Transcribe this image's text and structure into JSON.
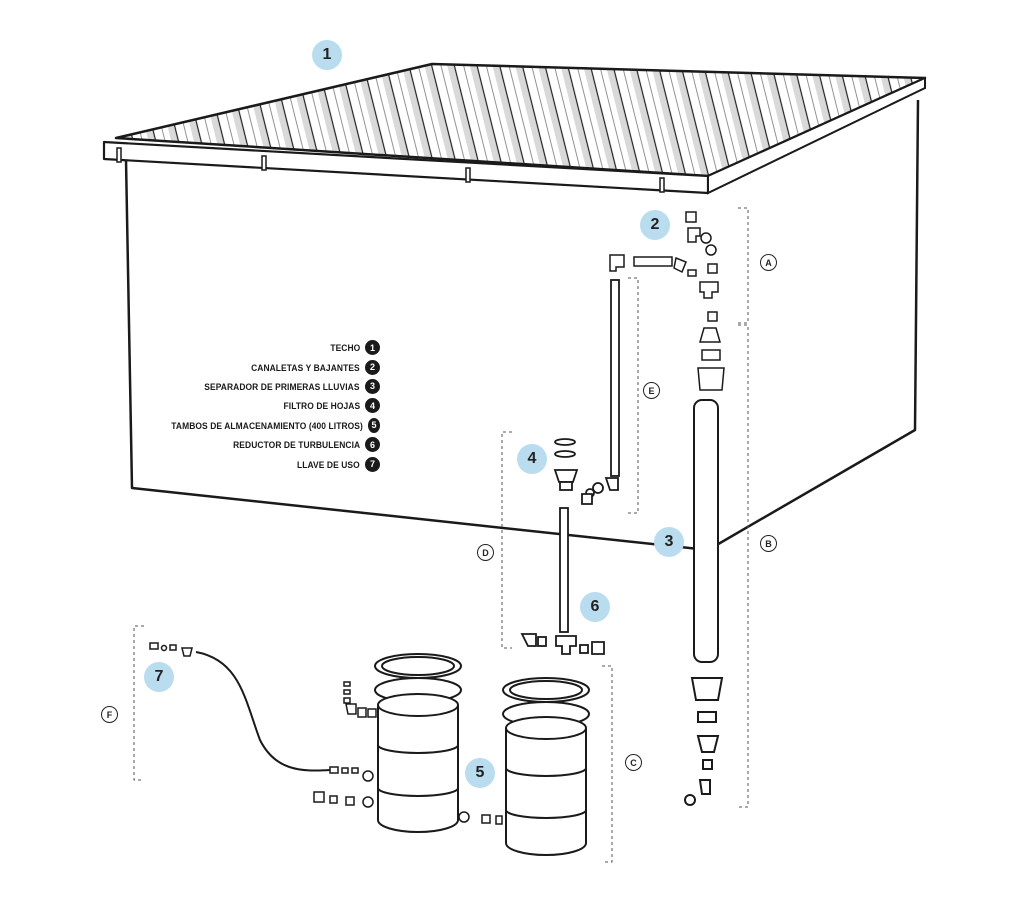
{
  "legend": [
    {
      "label": "TECHO",
      "num": "1"
    },
    {
      "label": "CANALETAS Y BAJANTES",
      "num": "2"
    },
    {
      "label": "SEPARADOR DE PRIMERAS LLUVIAS",
      "num": "3"
    },
    {
      "label": "FILTRO DE HOJAS",
      "num": "4"
    },
    {
      "label": "TAMBOS DE ALMACENAMIENTO (400 LITROS)",
      "num": "5"
    },
    {
      "label": "REDUCTOR DE TURBULENCIA",
      "num": "6"
    },
    {
      "label": "LLAVE DE USO",
      "num": "7"
    }
  ],
  "callouts": [
    "1",
    "2",
    "3",
    "4",
    "5",
    "6",
    "7"
  ],
  "sections": [
    "A",
    "B",
    "C",
    "D",
    "E",
    "F"
  ],
  "colors": {
    "callout_fill": "#b9dcef",
    "line": "#1a1a1a",
    "dot": "#1a1a1a"
  }
}
